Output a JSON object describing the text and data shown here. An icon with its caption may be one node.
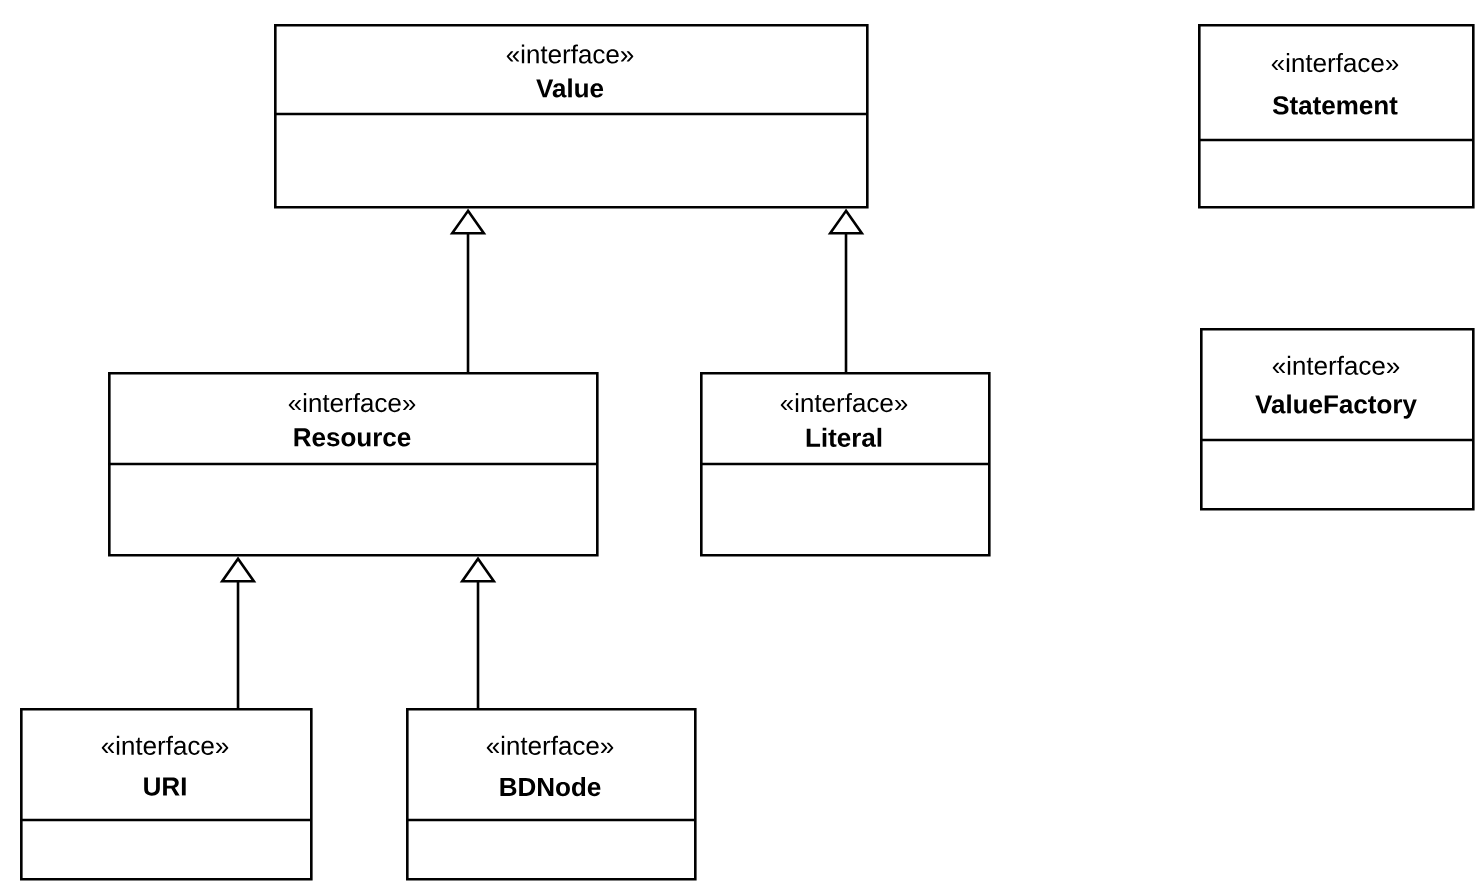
{
  "diagram": {
    "nodes": [
      {
        "text": [
          "«interface»",
          "Value"
        ]
      },
      {
        "text": [
          "«interface»",
          "Statement"
        ]
      },
      {
        "text": [
          "«interface»",
          "Resource"
        ]
      },
      {
        "text": [
          "«interface»",
          "Literal"
        ]
      },
      {
        "text": [
          "«interface»",
          "ValueFactory"
        ]
      },
      {
        "text": [
          "«interface»",
          "URI"
        ]
      },
      {
        "text": [
          "«interface»",
          "BDNode"
        ]
      }
    ],
    "edges": [
      {
        "from": 2,
        "to": 0,
        "arrow": "to"
      },
      {
        "from": 3,
        "to": 0,
        "arrow": "to"
      },
      {
        "from": 5,
        "to": 2,
        "arrow": "to"
      },
      {
        "from": 6,
        "to": 2,
        "arrow": "to"
      }
    ]
  }
}
